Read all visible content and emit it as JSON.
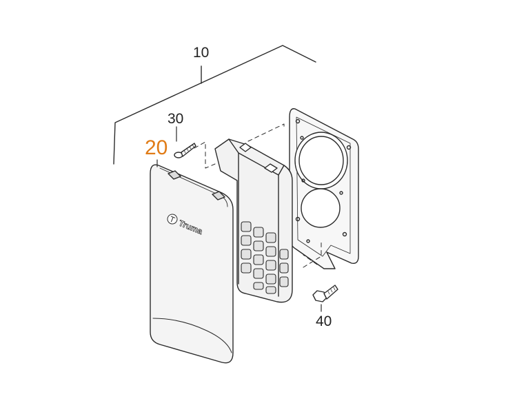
{
  "diagram": {
    "callouts": {
      "assembly": "10",
      "cover": "20",
      "screw": "30",
      "bolt": "40"
    },
    "brand_mark": "Truma",
    "colors": {
      "line": "#2a2a2a",
      "highlight": "#e07b16",
      "face": "#f2f2f2",
      "shade": "#e3e3e3"
    }
  }
}
